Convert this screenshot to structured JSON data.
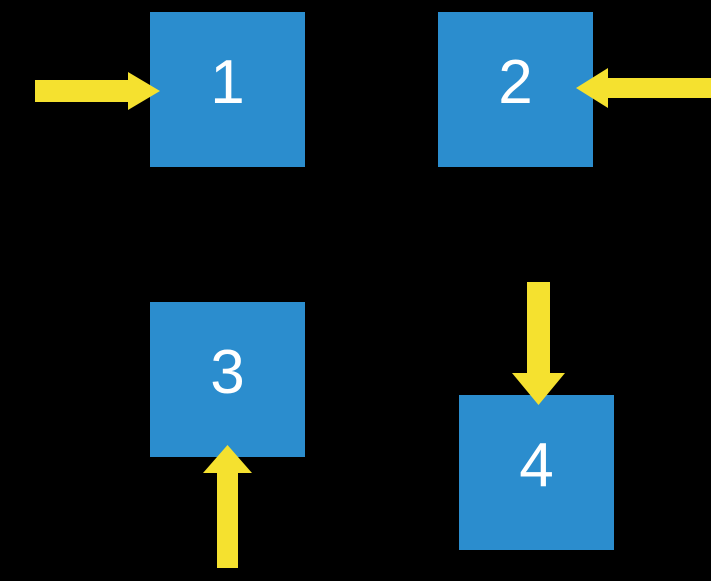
{
  "diagram": {
    "background_color": "#000000",
    "box_color": "#2B8DCE",
    "arrow_color": "#F5E12F",
    "label_color": "#FFFFFF",
    "boxes": [
      {
        "label": "1",
        "arrow_from": "left"
      },
      {
        "label": "2",
        "arrow_from": "right"
      },
      {
        "label": "3",
        "arrow_from": "below"
      },
      {
        "label": "4",
        "arrow_from": "above"
      }
    ]
  }
}
